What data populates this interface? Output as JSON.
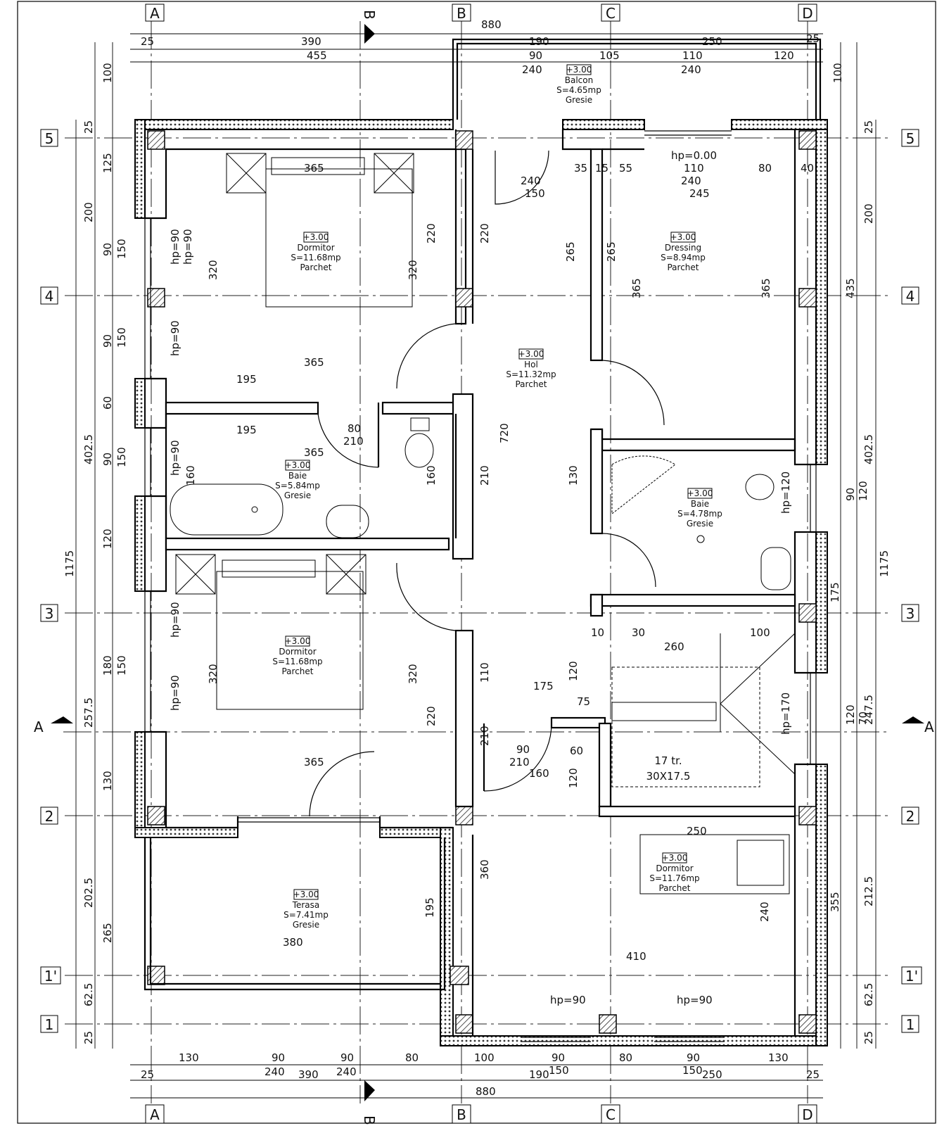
{
  "grid": {
    "columns": [
      "A",
      "B",
      "C",
      "D"
    ],
    "rows": [
      "5",
      "4",
      "3",
      "2",
      "1'",
      "1"
    ],
    "section_marks": [
      "B",
      "A"
    ]
  },
  "rooms": [
    {
      "level": "+3.00",
      "name": "Balcon",
      "area": "S=4.65mp",
      "finish": "Gresie"
    },
    {
      "level": "+3.00",
      "name": "Dormitor",
      "area": "S=11.68mp",
      "finish": "Parchet"
    },
    {
      "level": "+3.00",
      "name": "Dressing",
      "area": "S=8.94mp",
      "finish": "Parchet"
    },
    {
      "level": "+3.00",
      "name": "Hol",
      "area": "S=11.32mp",
      "finish": "Parchet"
    },
    {
      "level": "+3.00",
      "name": "Baie",
      "area": "S=5.84mp",
      "finish": "Gresie"
    },
    {
      "level": "+3.00",
      "name": "Baie",
      "area": "S=4.78mp",
      "finish": "Gresie"
    },
    {
      "level": "+3.00",
      "name": "Dormitor",
      "area": "S=11.68mp",
      "finish": "Parchet"
    },
    {
      "level": "+3.00",
      "name": "Terasa",
      "area": "S=7.41mp",
      "finish": "Gresie"
    },
    {
      "level": "+3.00",
      "name": "Dormitor",
      "area": "S=11.76mp",
      "finish": "Parchet"
    }
  ],
  "stair": {
    "steps": "17 tr.",
    "size": "30X17.5"
  },
  "dims": {
    "top_total": "880",
    "top_25": "25",
    "top_390": "390",
    "top_455": "455",
    "top_190": "190",
    "top_250": "250",
    "top_25b": "25",
    "top_90": "90",
    "top_105": "105",
    "top_110": "110",
    "top_120": "120",
    "top_240a": "240",
    "top_240b": "240",
    "top_100": "100",
    "top_100r": "100",
    "left_1175": "1175",
    "left_402": "402.5",
    "left_257": "257.5",
    "left_202": "202.5",
    "left_265": "265",
    "left_625": "62.5",
    "left_25a": "25",
    "left_25b": "25",
    "left_125": "125",
    "left_200": "200",
    "left_90a": "90",
    "left_150a": "150",
    "left_90b": "90",
    "left_150b": "150",
    "left_60": "60",
    "left_90c": "90",
    "left_150c": "150",
    "left_120": "120",
    "left_180": "180",
    "left_150d": "150",
    "left_130": "130",
    "right_1175": "1175",
    "right_402": "402.5",
    "right_2475": "247.5",
    "right_2125": "212.5",
    "right_625": "62.5",
    "right_25a": "25",
    "right_25b": "25",
    "right_200": "200",
    "right_435": "435",
    "right_90": "90",
    "right_120": "120",
    "right_175": "175",
    "right_120b": "120",
    "right_70": "70",
    "right_355": "355",
    "bot_130": "130",
    "bot_90a": "90",
    "bot_240a": "240",
    "bot_90b": "90",
    "bot_240b": "240",
    "bot_80": "80",
    "bot_100": "100",
    "bot_90c": "90",
    "bot_150a": "150",
    "bot_80b": "80",
    "bot_90d": "90",
    "bot_150b": "150",
    "bot_130b": "130",
    "bot_25": "25",
    "bot_390": "390",
    "bot_190": "190",
    "bot_250": "250",
    "bot_25b": "25",
    "bot_880": "880",
    "i_365a": "365",
    "i_365b": "365",
    "i_365c": "365",
    "i_365d": "365",
    "i_365e": "365",
    "i_365f": "365",
    "i_195a": "195",
    "i_195b": "195",
    "i_320a": "320",
    "i_320b": "320",
    "i_320c": "320",
    "i_320d": "320",
    "i_220a": "220",
    "i_220b": "220",
    "i_220c": "220",
    "i_265a": "265",
    "i_265b": "265",
    "i_720": "720",
    "i_210a": "210",
    "i_210b": "210",
    "i_240a": "240",
    "i_240b": "240",
    "i_245": "245",
    "i_150": "150",
    "i_110a": "110",
    "i_55": "55",
    "i_35": "35",
    "i_15": "15",
    "i_80": "80",
    "i_40": "40",
    "i_260": "260",
    "i_175": "175",
    "i_75": "75",
    "i_250": "250",
    "i_410": "410",
    "i_380": "380",
    "i_195c": "195",
    "i_360": "360",
    "i_240c": "240",
    "i_130": "130",
    "i_160a": "160",
    "i_160b": "160",
    "i_80b": "80",
    "i_210c": "210",
    "i_90d": "90",
    "i_210d": "210",
    "i_60": "60",
    "i_160c": "160",
    "i_120": "120",
    "i_120b": "120",
    "i_110b": "110",
    "i_100": "100",
    "i_30": "30",
    "i_10": "10",
    "i_hp000": "hp=0.00",
    "i_hp90a": "hp=90",
    "i_hp90b": "hp=90",
    "i_hp90c": "hp=90",
    "i_hp90d": "hp=90",
    "i_hp90e": "hp=90",
    "i_hp90f": "hp=90",
    "i_hp120": "hp=120",
    "i_hp170": "hp=170",
    "i_hp90g": "hp=90",
    "i_hp90h": "hp=90"
  },
  "colors": {
    "line": "#000000",
    "hatch": "#444444",
    "axis": "#222222"
  }
}
